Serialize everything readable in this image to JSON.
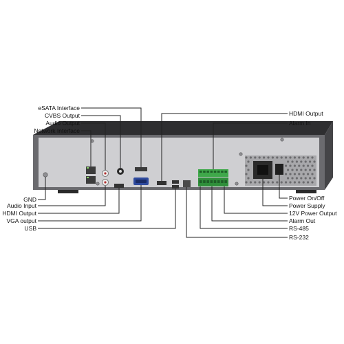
{
  "labels": {
    "top_left": [
      {
        "id": "esata",
        "text": "eSATA Interface"
      },
      {
        "id": "cvbs",
        "text": "CVBS Output"
      },
      {
        "id": "audio_out_top",
        "text": "Audio Output"
      },
      {
        "id": "network",
        "text": "Network Interface"
      }
    ],
    "top_right": [
      {
        "id": "hdmi_out_top",
        "text": "HDMI Output"
      },
      {
        "id": "alarm_in",
        "text": "Alarm In"
      }
    ],
    "bottom_left": [
      {
        "id": "gnd",
        "text": "GND"
      },
      {
        "id": "audio_in",
        "text": "Audio Input"
      },
      {
        "id": "hdmi_out_bottom",
        "text": "HDMI Output"
      },
      {
        "id": "vga",
        "text": "VGA output"
      },
      {
        "id": "usb",
        "text": "USB"
      }
    ],
    "bottom_right": [
      {
        "id": "power_switch",
        "text": "Power On/Off"
      },
      {
        "id": "power_supply",
        "text": "Power Supply"
      },
      {
        "id": "power_12v",
        "text": "12V Power Output"
      },
      {
        "id": "alarm_out",
        "text": "Alarm Out"
      },
      {
        "id": "rs485",
        "text": "RS-485"
      },
      {
        "id": "rs232",
        "text": "RS-232"
      }
    ]
  },
  "colors": {
    "chassis_top": "#3a3a3c",
    "chassis_back": "#606064",
    "panel_metal": "#c9c9cc",
    "terminal_green": "#3fa84a",
    "vga_blue": "#2e4a9e",
    "leader_line": "#222222"
  }
}
